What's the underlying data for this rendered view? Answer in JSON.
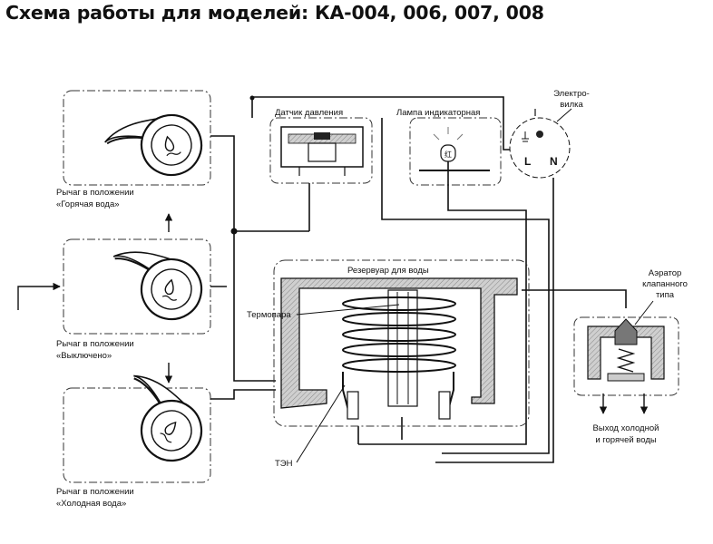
{
  "title": "Схема работы для моделей: КА-004, 006, 007, 008",
  "labels": {
    "pressure_sensor": "Датчик давления",
    "indicator_lamp": "Лампа индикаторная",
    "plug_line1": "Электро-",
    "plug_line2": "вилка",
    "plug_L": "L",
    "plug_N": "N",
    "reservoir": "Резервуар для воды",
    "thermocouple": "Термопара",
    "heater": "ТЭН",
    "aerator_line1": "Аэратор",
    "aerator_line2": "клапанного",
    "aerator_line3": "типа",
    "outlet_line1": "Выход холодной",
    "outlet_line2": "и горячей воды",
    "lamp_glyph": "红"
  },
  "levers": [
    {
      "line1": "Рычаг в положении",
      "line2": "«Горячая вода»"
    },
    {
      "line1": "Рычаг в положении",
      "line2": "«Выключено»"
    },
    {
      "line1": "Рычаг в положении",
      "line2": "«Холодная вода»"
    }
  ]
}
